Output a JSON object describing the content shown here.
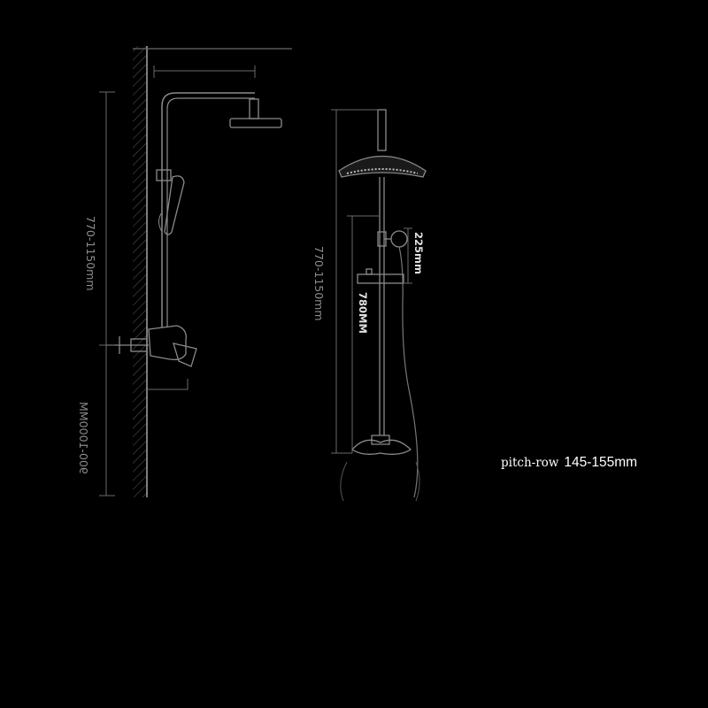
{
  "left_view": {
    "height_range": "770-1150mm",
    "lower_dim": "900-1000MM"
  },
  "right_view": {
    "height_range": "770-1150mm",
    "handshower_offset": "225mm",
    "bar_length": "780MM"
  },
  "pitch_row": {
    "label": "pitch-row",
    "value": "145-155mm"
  },
  "colors": {
    "background": "#000000",
    "line": "#8a8a8a",
    "text": "#ffffff"
  }
}
